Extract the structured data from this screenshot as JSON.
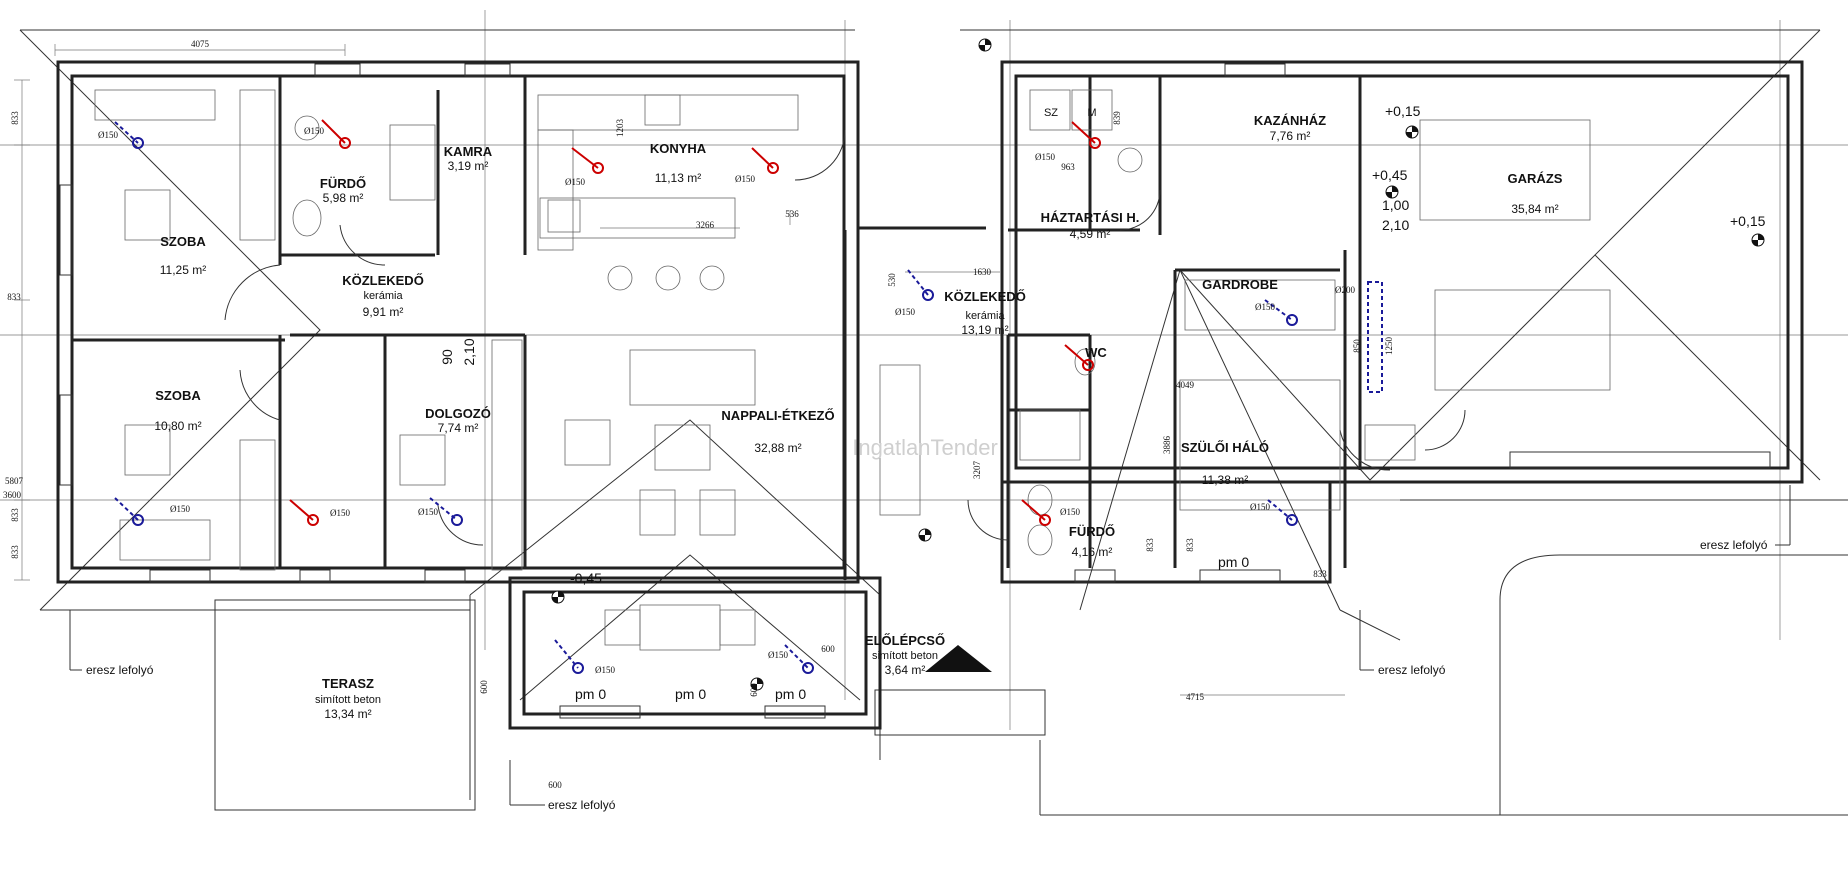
{
  "rooms": [
    {
      "name": "SZOBA",
      "area": "11,25 m²"
    },
    {
      "name": "SZOBA",
      "area": "10,80 m²"
    },
    {
      "name": "FÜRDŐ",
      "area": "5,98 m²"
    },
    {
      "name": "KAMRA",
      "area": "3,19 m²"
    },
    {
      "name": "KONYHA",
      "area": "11,13 m²"
    },
    {
      "name": "KÖZLEKEDŐ",
      "material": "kerámia",
      "area": "9,91 m²"
    },
    {
      "name": "DOLGOZÓ",
      "area": "7,74 m²"
    },
    {
      "name": "NAPPALI-ÉTKEZŐ",
      "area": "32,88 m²"
    },
    {
      "name": "KÖZLEKEDŐ",
      "material": "kerámia",
      "area": "13,19 m²"
    },
    {
      "name": "HÁZTARTÁSI H.",
      "area": "4,59 m²"
    },
    {
      "name": "KAZÁNHÁZ",
      "area": "7,76 m²"
    },
    {
      "name": "GARÁZS",
      "area": "35,84 m²"
    },
    {
      "name": "GARDROBE",
      "area": ""
    },
    {
      "name": "WC",
      "area": ""
    },
    {
      "name": "SZÜLŐI HÁLÓ",
      "area": "11,38 m²"
    },
    {
      "name": "FÜRDŐ",
      "area": "4,16 m²"
    },
    {
      "name": "TERASZ",
      "material": "simított beton",
      "area": "13,34 m²"
    },
    {
      "name": "ELŐLÉPCSŐ",
      "material": "simított beton",
      "area": "3,64 m²"
    }
  ],
  "levels": [
    "+0,15",
    "+0,45",
    "+0,15",
    "-0,45",
    "pm 0",
    "pm 0",
    "pm 0",
    "pm 0"
  ],
  "dimensions": [
    "4075",
    "833",
    "833",
    "833",
    "5807",
    "3600",
    "833",
    "1203",
    "3266",
    "536",
    "1630",
    "530",
    "963",
    "839",
    "850",
    "1250",
    "4049",
    "3886",
    "3207",
    "833",
    "833",
    "833",
    "4715",
    "600",
    "600",
    "600",
    "600",
    "90",
    "2,10",
    "1,00",
    "2,10"
  ],
  "drain_label": "Ø150",
  "drain_label_large": "Ø200",
  "fixtures": {
    "dryer": "SZ",
    "washer": "M"
  },
  "notes": {
    "gutter": "eresz lefolyó"
  },
  "watermark": "IngatlanTender",
  "colors": {
    "wall": "#222222",
    "drain_red": "#cc0000",
    "drain_blue": "#1a1a99"
  }
}
